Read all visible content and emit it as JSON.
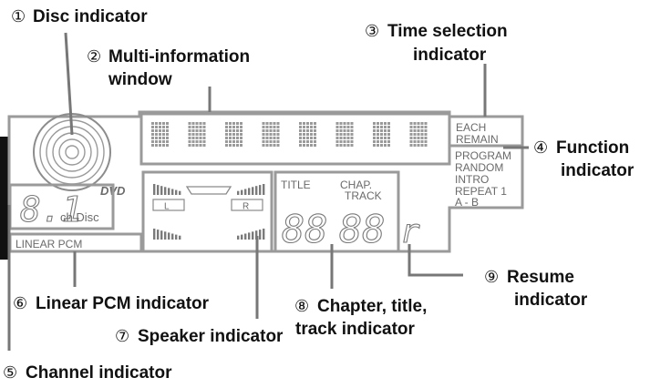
{
  "callouts": {
    "c1": {
      "num": "①",
      "text": "Disc indicator"
    },
    "c2": {
      "num": "②",
      "line1": "Multi-information",
      "line2": "window"
    },
    "c3": {
      "num": "③",
      "line1": "Time selection",
      "line2": "indicator"
    },
    "c4": {
      "num": "④",
      "line1": "Function",
      "line2": "indicator"
    },
    "c5": {
      "num": "⑤",
      "text": "Channel indicator"
    },
    "c6": {
      "num": "⑥",
      "text": "Linear PCM indicator"
    },
    "c7": {
      "num": "⑦",
      "text": "Speaker indicator"
    },
    "c8": {
      "num": "⑧",
      "line1": "Chapter, title,",
      "line2": "track indicator"
    },
    "c9": {
      "num": "⑨",
      "line1": "Resume",
      "line2": "indicator"
    }
  },
  "panel": {
    "dvd_logo": "DVD",
    "channel_digits": "8.1",
    "channel_suffix": "ch  Disc",
    "linear_pcm": "LINEAR  PCM",
    "speaker_left": "L",
    "speaker_right": "R",
    "title_label": "TITLE",
    "chap_label": "CHAP.",
    "track_label": "TRACK",
    "title_digits": "88",
    "chap_digits": "88",
    "resume_glyph": "r",
    "time_items": [
      "EACH",
      "REMAIN"
    ],
    "function_items": [
      "PROGRAM",
      "RANDOM",
      "INTRO",
      "REPEAT  1",
      "A - B"
    ]
  },
  "colors": {
    "panel_outline": "#9a9a9a",
    "panel_text": "#6a6a6a",
    "label_text": "#111111",
    "side_bar": "#111111"
  }
}
